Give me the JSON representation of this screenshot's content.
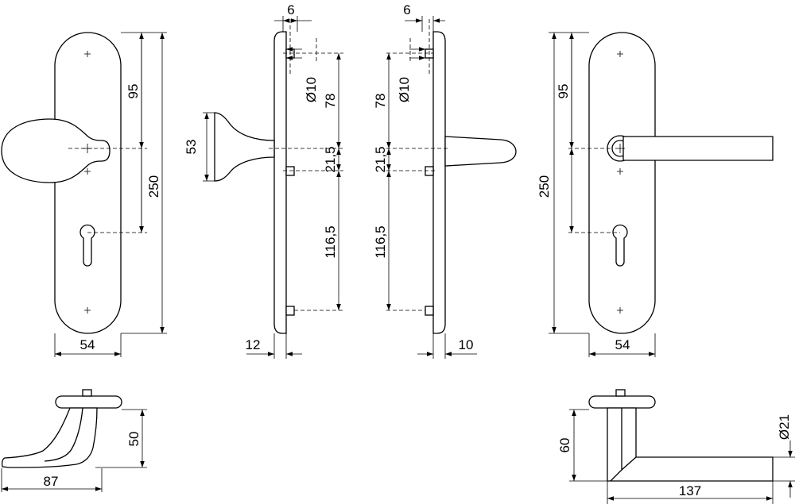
{
  "drawing": {
    "front_left": {
      "width": "54",
      "height": "250",
      "spacing_top": "95"
    },
    "side_left": {
      "plate_offset": "6",
      "hole_dia": "Ø10",
      "top_to_center": "78",
      "center_to_hole": "21,5",
      "hole_to_bottom": "116,5",
      "knob_height": "53",
      "thickness": "12"
    },
    "side_right": {
      "plate_offset": "6",
      "hole_dia": "Ø10",
      "top_to_center": "78",
      "center_to_hole": "21,5",
      "hole_to_bottom": "116,5",
      "thickness": "10"
    },
    "front_right": {
      "width": "54",
      "height": "250",
      "spacing_top": "95"
    },
    "knob_top": {
      "projection": "87",
      "height": "50"
    },
    "lever_top": {
      "length": "137",
      "height": "60",
      "rose_dia": "Ø21"
    }
  }
}
